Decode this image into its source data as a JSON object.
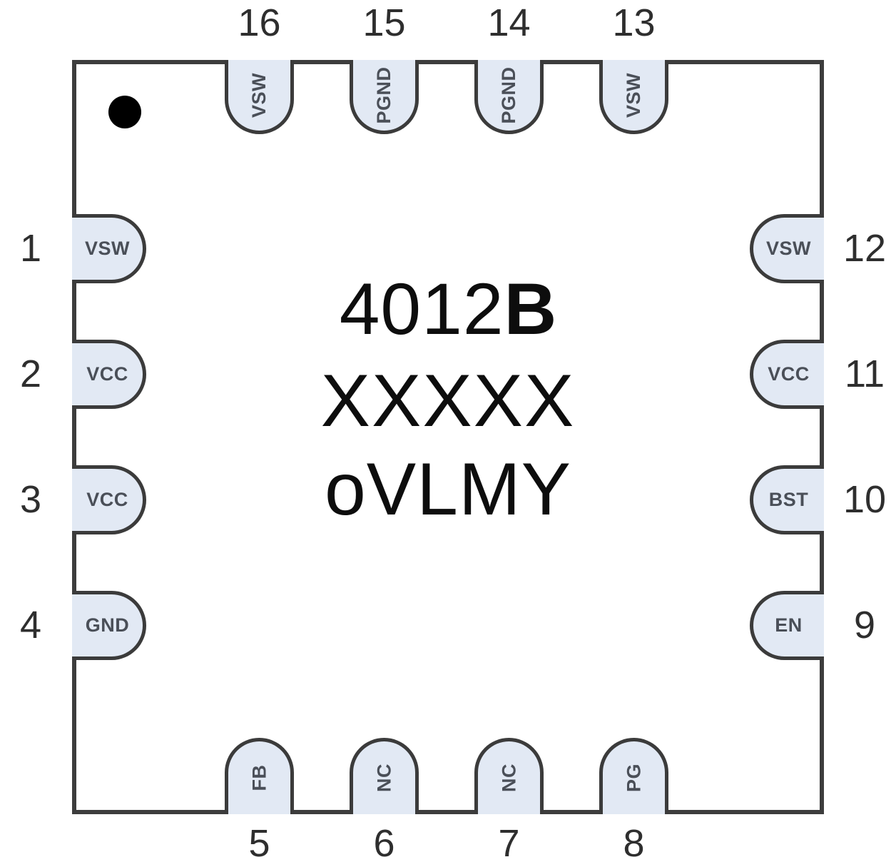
{
  "figure": {
    "type": "ic-package-pinout-diagram",
    "package_outline_color": "#3d3d3d",
    "pad_fill_color": "#e2e9f4",
    "pad_border_color": "#3b3b3b",
    "pin1_marker": {
      "name": "pin-1-index-dot",
      "color": "#000000"
    }
  },
  "marking": {
    "line1_light": "4012",
    "line1_bold": "B",
    "line2": "XXXXX",
    "line3": "oVLMY"
  },
  "pins": {
    "left": [
      {
        "number": "1",
        "label": "VSW"
      },
      {
        "number": "2",
        "label": "VCC"
      },
      {
        "number": "3",
        "label": "VCC"
      },
      {
        "number": "4",
        "label": "GND"
      }
    ],
    "bottom": [
      {
        "number": "5",
        "label": "FB"
      },
      {
        "number": "6",
        "label": "NC"
      },
      {
        "number": "7",
        "label": "NC"
      },
      {
        "number": "8",
        "label": "PG"
      }
    ],
    "right": [
      {
        "number": "9",
        "label": "EN"
      },
      {
        "number": "10",
        "label": "BST"
      },
      {
        "number": "11",
        "label": "VCC"
      },
      {
        "number": "12",
        "label": "VSW"
      }
    ],
    "top": [
      {
        "number": "13",
        "label": "VSW"
      },
      {
        "number": "14",
        "label": "PGND"
      },
      {
        "number": "15",
        "label": "PGND"
      },
      {
        "number": "16",
        "label": "VSW"
      }
    ]
  }
}
